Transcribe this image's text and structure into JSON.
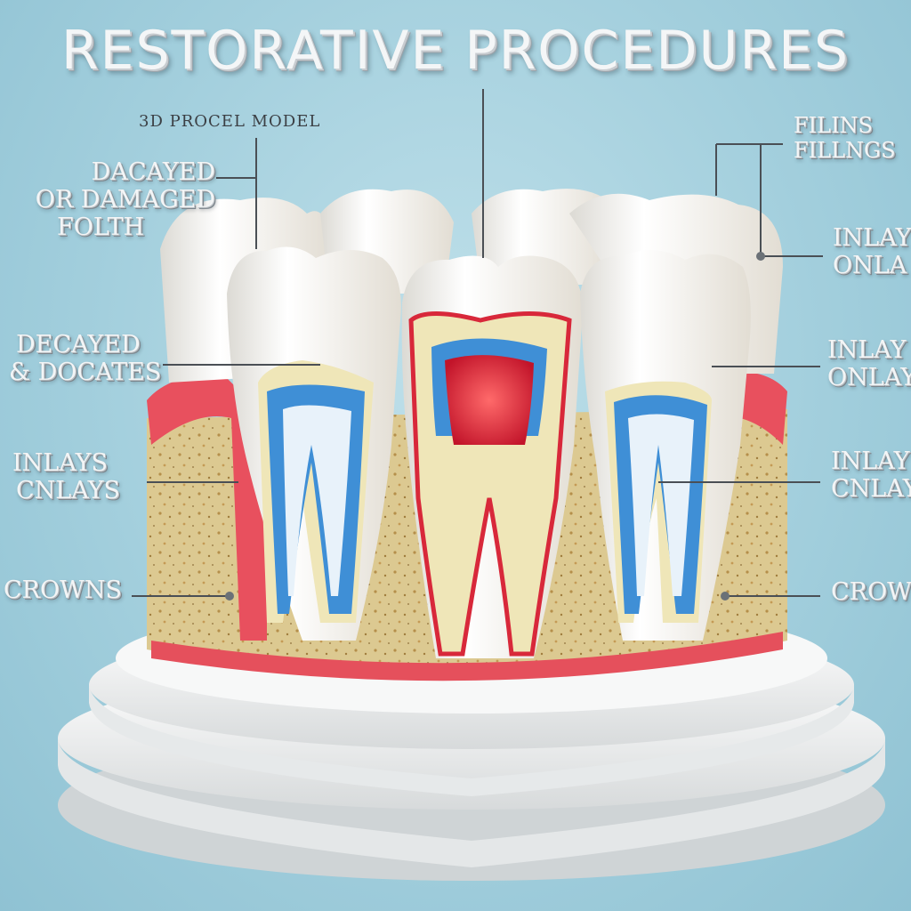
{
  "title": "RESTORATIVE PROCEDURES",
  "subtitle": "3D PROCEL MODEL",
  "labels_left": [
    {
      "line1": "DACAYED",
      "line2": "OR DAMAGED",
      "line3": "FOLTH"
    },
    {
      "line1": "DECAYED",
      "line2": "& DOCATES"
    },
    {
      "line1": "INLAYS",
      "line2": "CNLAYS"
    },
    {
      "line1": "CROWNS"
    }
  ],
  "labels_right": [
    {
      "line1": "FILINS",
      "line2": "FILLNGS"
    },
    {
      "line1": "INLAY",
      "line2": "ONLA"
    },
    {
      "line1": "INLAY",
      "line2": "ONLAY"
    },
    {
      "line1": "INLAY",
      "line2": "CNLAY"
    },
    {
      "line1": "CROWN"
    }
  ],
  "colors": {
    "background": "#a3cfdd",
    "enamel": "#f6f4ef",
    "dentin": "#efe6b8",
    "pulp_blue": "#3f8fd6",
    "pulp_red": "#d8283a",
    "gum": "#e8505e",
    "bone": "#d8c58e",
    "pedestal": "#f2f3f3"
  }
}
